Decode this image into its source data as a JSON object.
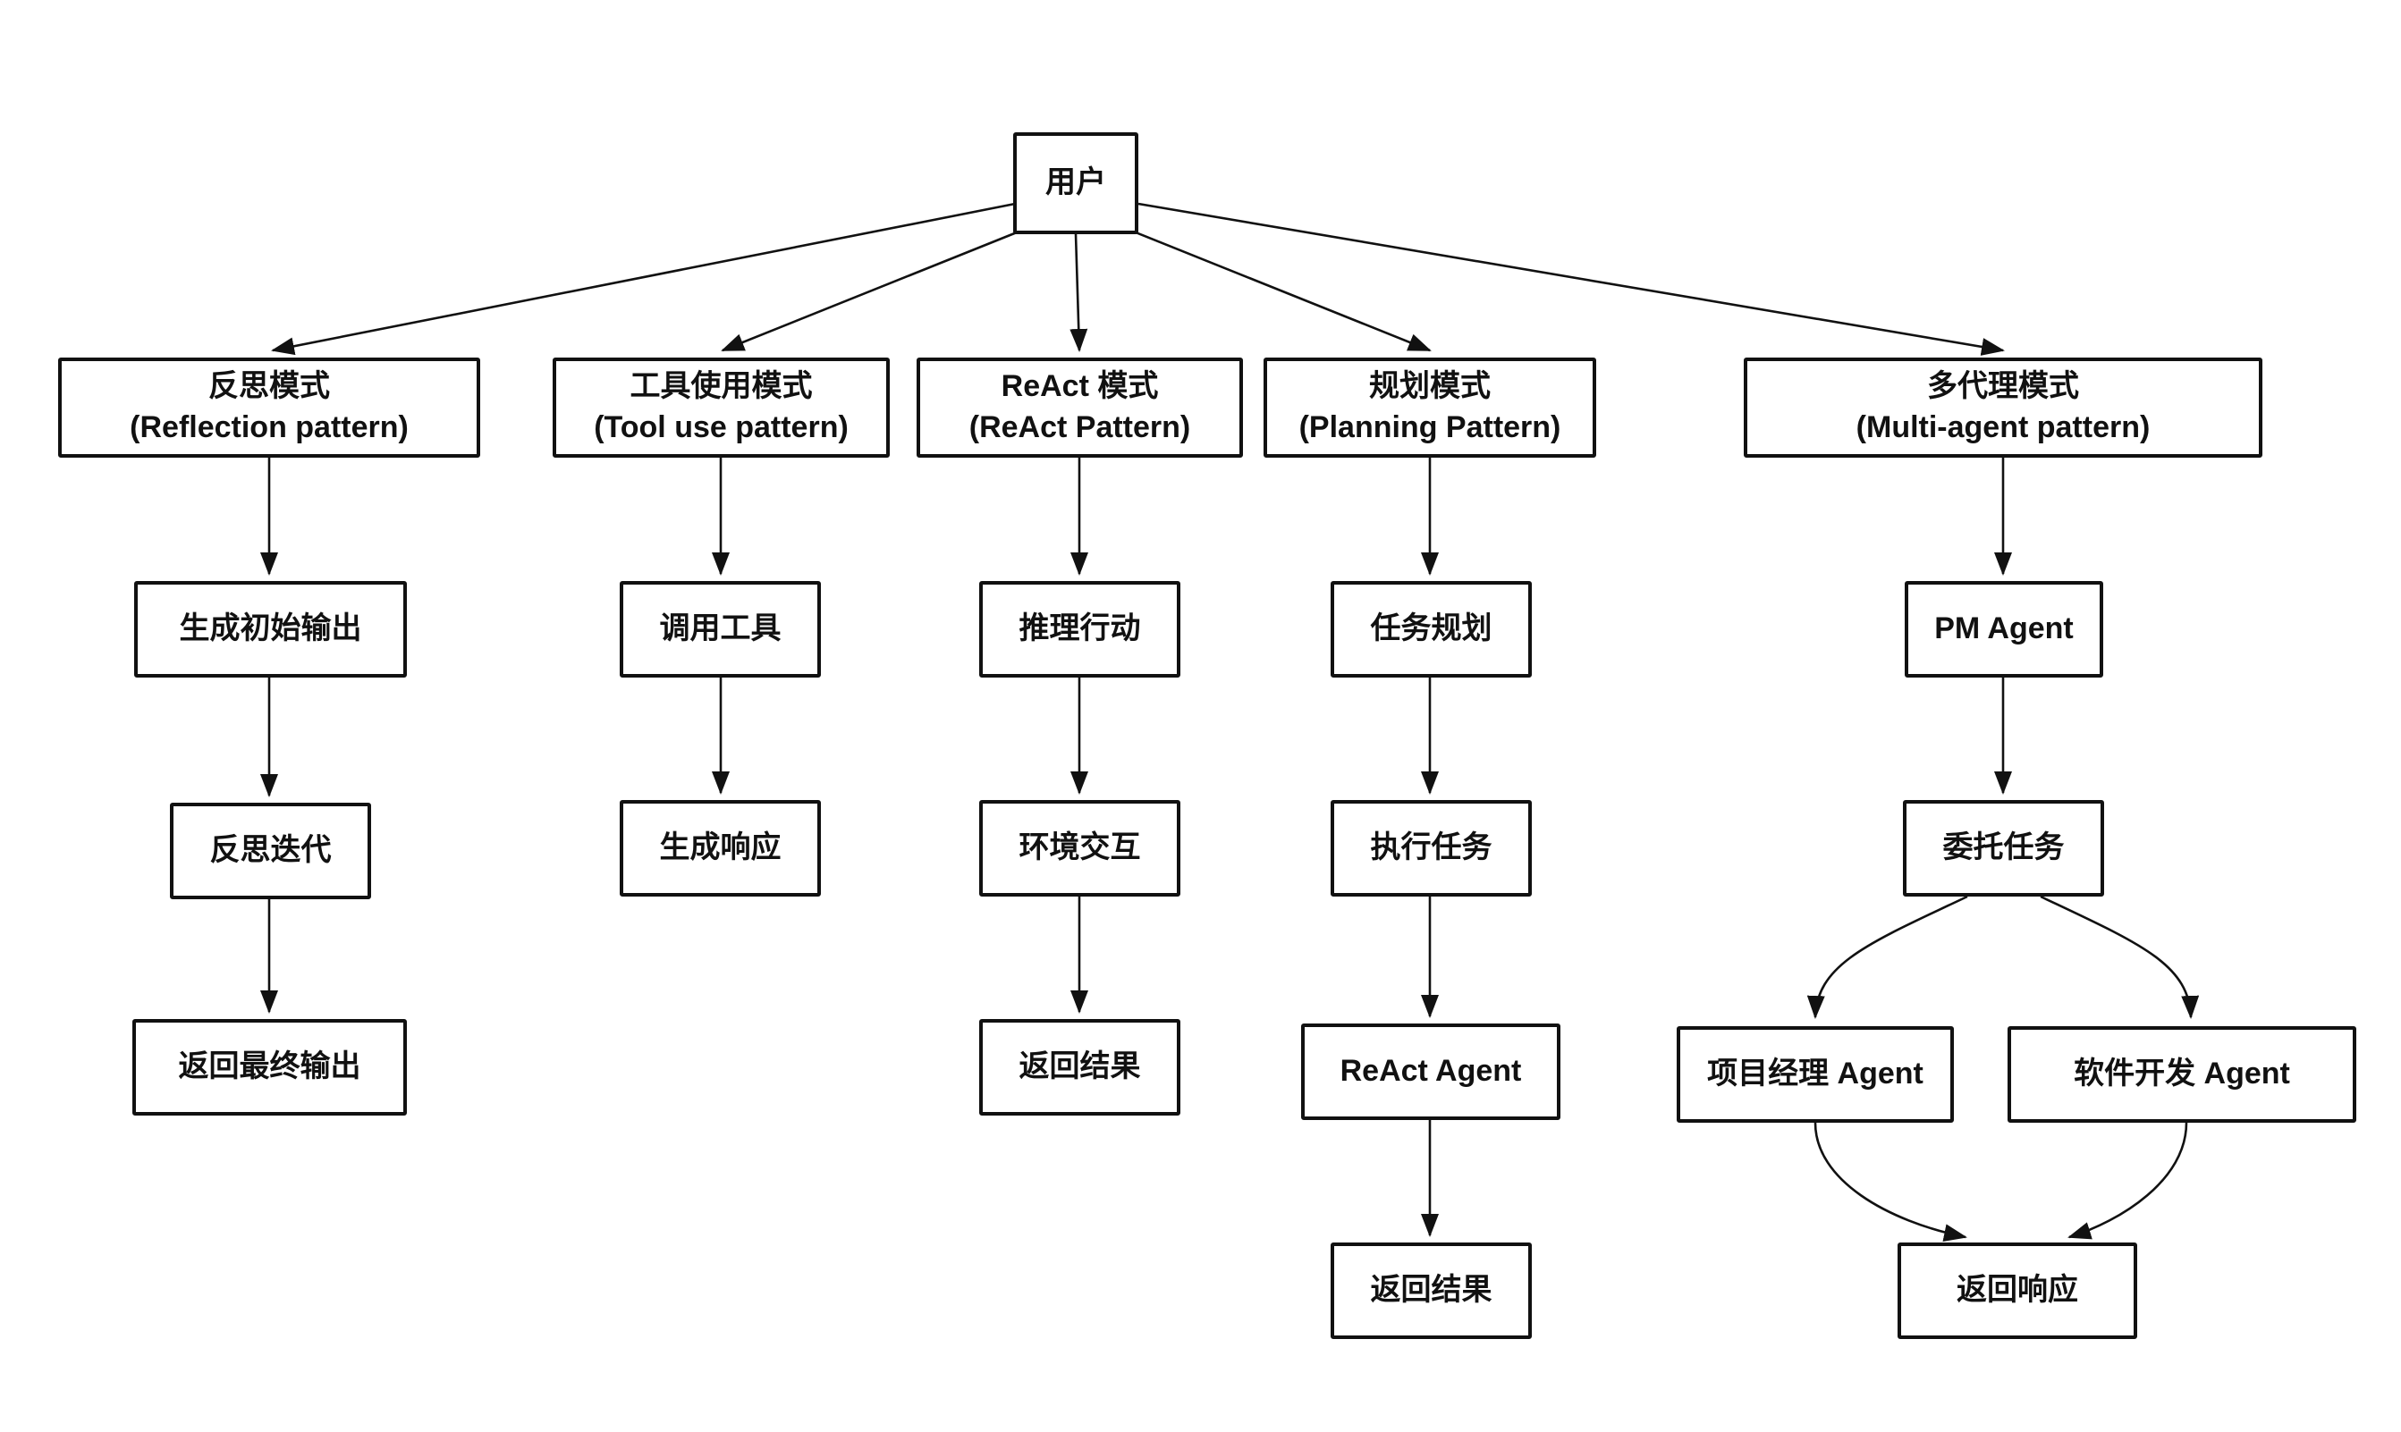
{
  "diagram": {
    "user_node": {
      "label": "用户"
    },
    "patterns": [
      {
        "id": "reflection",
        "title": "反思模式",
        "subtitle": "(Reflection pattern)"
      },
      {
        "id": "tool_use",
        "title": "工具使用模式",
        "subtitle": "(Tool use pattern)"
      },
      {
        "id": "react",
        "title": "ReAct 模式",
        "subtitle": "(ReAct Pattern)"
      },
      {
        "id": "planning",
        "title": "规划模式",
        "subtitle": "(Planning Pattern)"
      },
      {
        "id": "multi_agent",
        "title": "多代理模式",
        "subtitle": "(Multi-agent pattern)"
      }
    ],
    "reflection_flow": {
      "step1": "生成初始输出",
      "step2": "反思迭代",
      "step3": "返回最终输出"
    },
    "tool_use_flow": {
      "step1": "调用工具",
      "step2": "生成响应"
    },
    "react_flow": {
      "step1": "推理行动",
      "step2": "环境交互",
      "step3": "返回结果"
    },
    "planning_flow": {
      "step1": "任务规划",
      "step2": "执行任务",
      "step3": "ReAct Agent",
      "step4": "返回结果"
    },
    "multi_agent_flow": {
      "step1": "PM Agent",
      "step2": "委托任务",
      "branch_left": "项目经理 Agent",
      "branch_right": "软件开发 Agent",
      "merge": "返回响应"
    }
  },
  "colors": {
    "background": "#ffffff",
    "box_fill": "#ffffff",
    "box_border": "#111111",
    "arrow": "#111111",
    "text": "#111111"
  }
}
